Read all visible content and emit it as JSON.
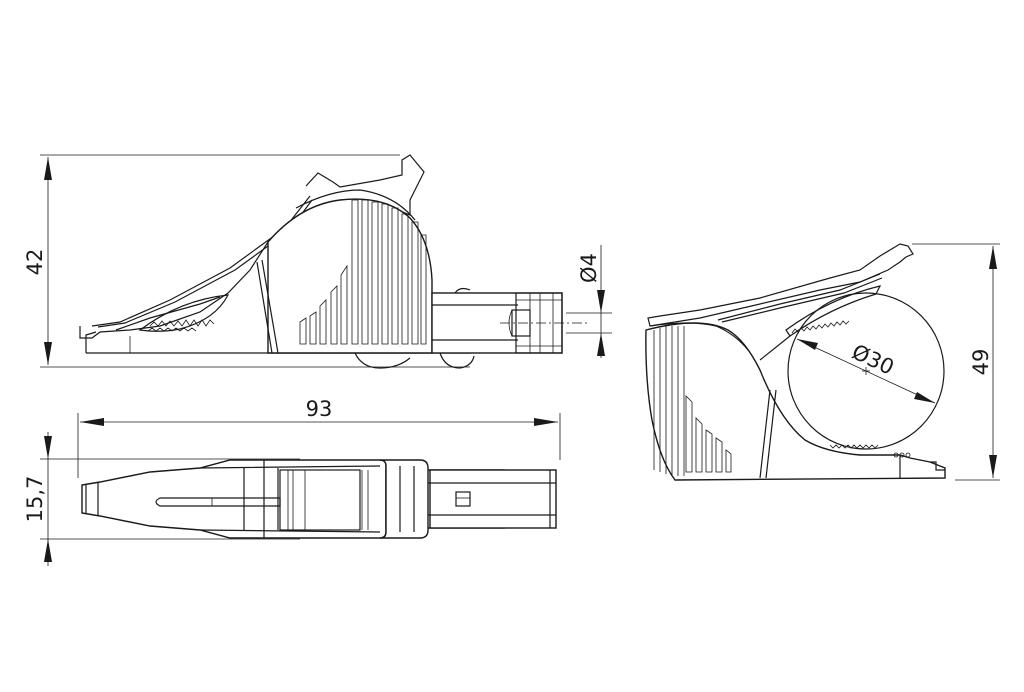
{
  "drawing": {
    "title": "Safety alligator clip — technical dimension drawing",
    "units": "mm",
    "line_color": "#1a1a1a",
    "background": "#ffffff",
    "views": [
      {
        "id": "side-view",
        "description": "Side elevation, jaws closed"
      },
      {
        "id": "top-view",
        "description": "Top/plan view"
      },
      {
        "id": "side-view-open",
        "description": "Side elevation, jaws open gripping round conductor"
      }
    ],
    "dimensions": {
      "height_closed": "42",
      "plug_diameter": "Ø4",
      "overall_length": "93",
      "width": "15,7",
      "max_grip_diameter": "Ø30",
      "height_open": "49"
    }
  }
}
